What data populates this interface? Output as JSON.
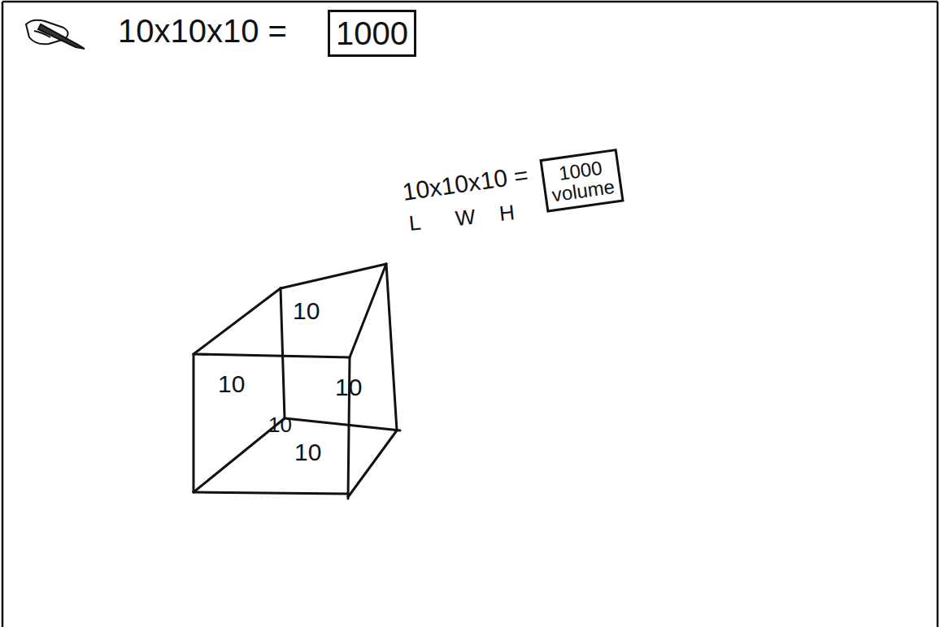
{
  "diagram": {
    "nodes": [
      {
        "text": [
          "1000"
        ]
      },
      {
        "text": [
          "1000 volume"
        ]
      }
    ],
    "labels": [
      "10x10x10 =",
      "10x10x10 =",
      "L",
      "W",
      "H",
      "10",
      "10",
      "10",
      "10",
      "10"
    ]
  }
}
